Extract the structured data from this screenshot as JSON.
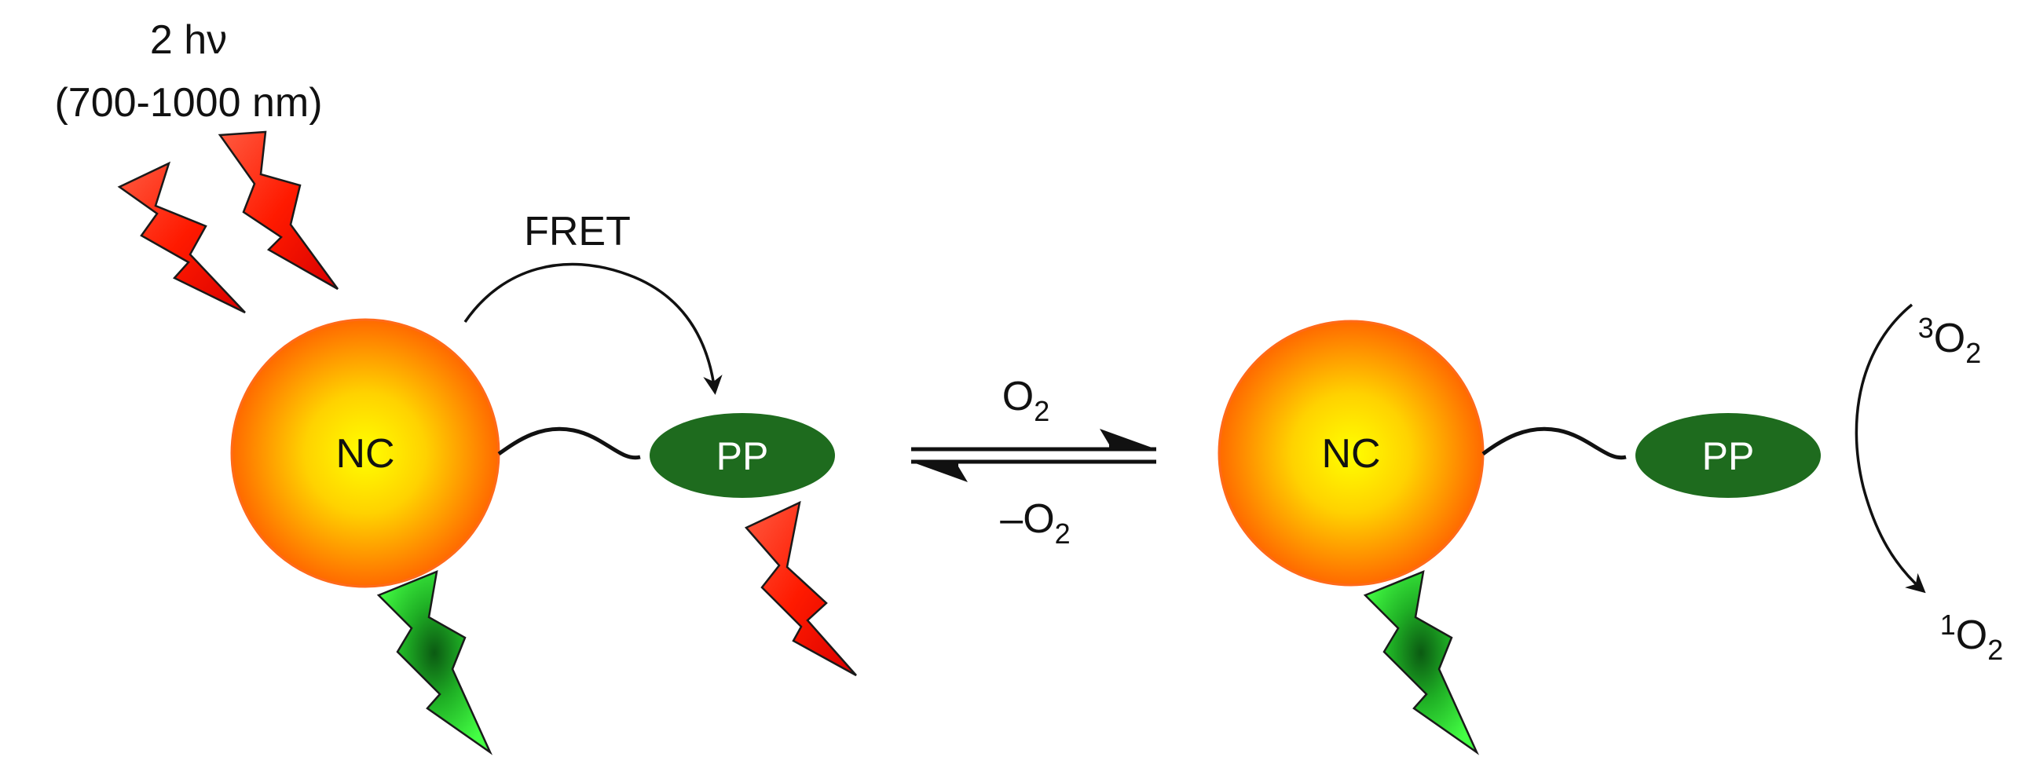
{
  "excitation": {
    "photons": "2 hν",
    "wavelength": "(700-1000 nm)"
  },
  "fret_label": "FRET",
  "left_state": {
    "core_label": "NC",
    "photosensitizer_label": "PP"
  },
  "right_state": {
    "core_label": "NC",
    "photosensitizer_label": "PP"
  },
  "equilibrium": {
    "forward": {
      "base": "O",
      "sub": "2"
    },
    "reverse": {
      "base": "–O",
      "sub": "2"
    }
  },
  "oxygen_conversion": {
    "from": {
      "sup": "3",
      "base": "O",
      "sub": "2"
    },
    "to": {
      "sup": "1",
      "base": "O",
      "sub": "2"
    }
  },
  "colors": {
    "core_center": "#ffff00",
    "core_edge": "#ff6a00",
    "photosensitizer": "#1e6b1e",
    "red_flash": "#ff2200",
    "green_flash": "#22dd22"
  }
}
